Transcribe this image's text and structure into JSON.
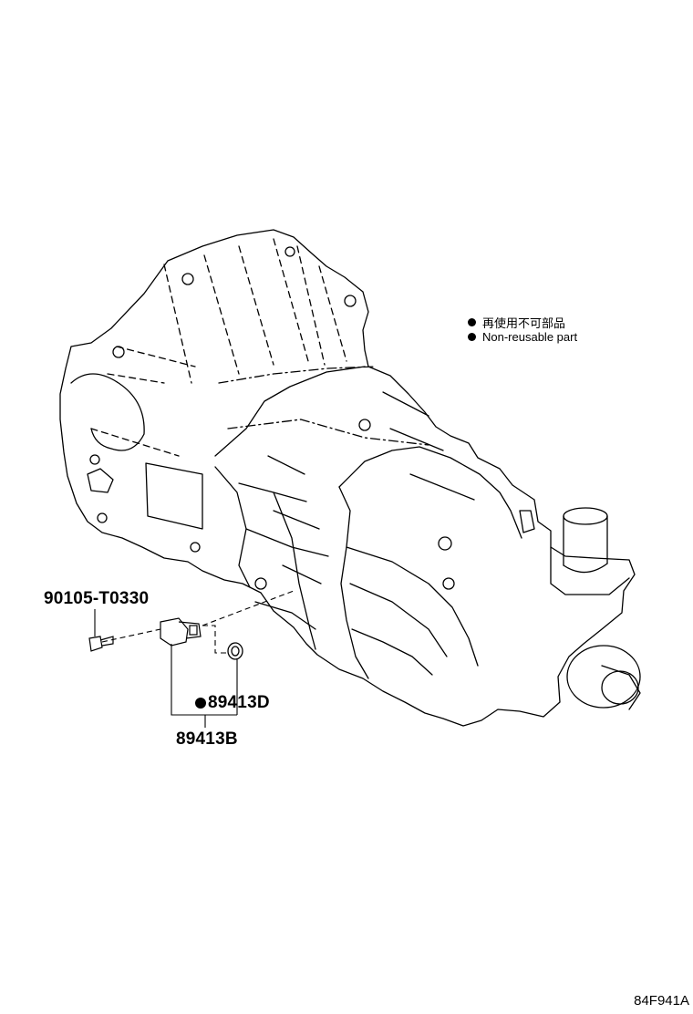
{
  "legend": {
    "items": [
      {
        "label": "再使用不可部品"
      },
      {
        "label": "Non-reusable part"
      }
    ]
  },
  "parts": {
    "bolt": "90105-T0330",
    "oring": "89413D",
    "sensor": "89413B"
  },
  "illustration_code": "84F941A"
}
